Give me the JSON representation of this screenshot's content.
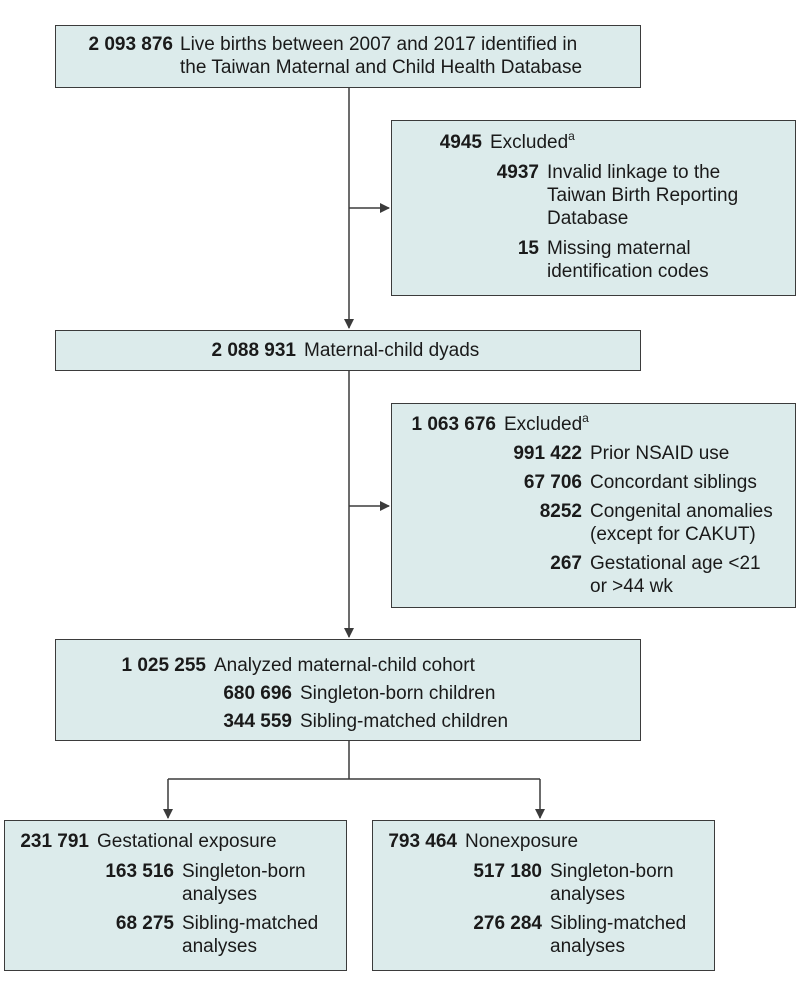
{
  "start": {
    "count": "2 093 876",
    "text_lines": [
      "Live births between 2007 and 2017 identified in",
      "the Taiwan Maternal and Child Health Database"
    ]
  },
  "excluded1": {
    "count": "4945",
    "label": "Excluded",
    "footnote": "a",
    "items": [
      {
        "count": "4937",
        "lines": [
          "Invalid linkage to the",
          "Taiwan Birth Reporting",
          "Database"
        ]
      },
      {
        "count": "15",
        "lines": [
          "Missing maternal",
          "identification codes"
        ]
      }
    ]
  },
  "dyads": {
    "count": "2 088 931",
    "text": "Maternal-child dyads"
  },
  "excluded2": {
    "count": "1 063 676",
    "label": "Excluded",
    "footnote": "a",
    "items": [
      {
        "count": "991 422",
        "lines": [
          "Prior NSAID use"
        ]
      },
      {
        "count": "67 706",
        "lines": [
          "Concordant siblings"
        ]
      },
      {
        "count": "8252",
        "lines": [
          "Congenital anomalies",
          "(except for CAKUT)"
        ]
      },
      {
        "count": "267",
        "lines": [
          "Gestational age <21",
          "or >44 wk"
        ]
      }
    ]
  },
  "cohort": {
    "rows": [
      {
        "count": "1 025 255",
        "text": "Analyzed maternal-child cohort"
      },
      {
        "count": "680 696",
        "text": "Singleton-born children"
      },
      {
        "count": "344 559",
        "text": "Sibling-matched children"
      }
    ]
  },
  "exposure": {
    "count": "231 791",
    "label": "Gestational exposure",
    "items": [
      {
        "count": "163 516",
        "lines": [
          "Singleton-born",
          "analyses"
        ]
      },
      {
        "count": "68 275",
        "lines": [
          "Sibling-matched",
          "analyses"
        ]
      }
    ]
  },
  "nonexposure": {
    "count": "793 464",
    "label": "Nonexposure",
    "items": [
      {
        "count": "517 180",
        "lines": [
          "Singleton-born",
          "analyses"
        ]
      },
      {
        "count": "276 284",
        "lines": [
          "Sibling-matched",
          "analyses"
        ]
      }
    ]
  }
}
